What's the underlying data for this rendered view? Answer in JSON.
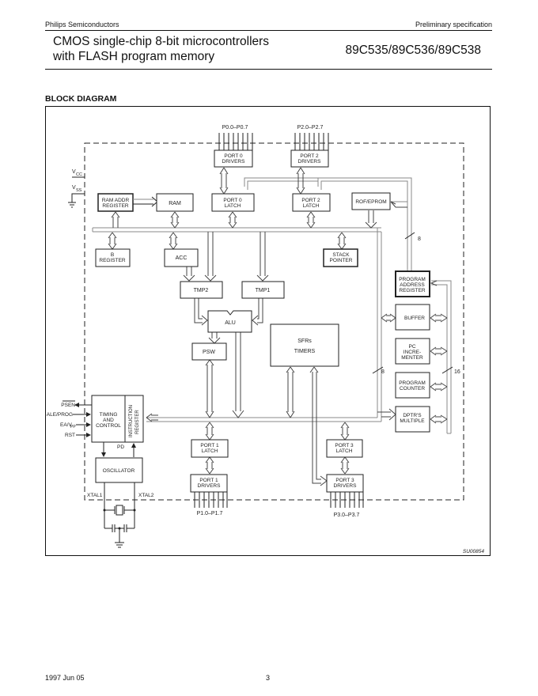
{
  "header": {
    "company": "Philips Semiconductors",
    "doc_status": "Preliminary specification",
    "title_line1": "CMOS single-chip 8-bit microcontrollers",
    "title_line2": "with FLASH program memory",
    "part_numbers": "89C535/89C536/89C538"
  },
  "section_title": "BLOCK DIAGRAM",
  "diagram": {
    "pins": {
      "p0": "P0.0–P0.7",
      "p1": "P1.0–P1.7",
      "p2": "P2.0–P2.7",
      "p3": "P3.0–P3.7",
      "vcc": "V",
      "vcc_sub": "CC",
      "vss": "V",
      "vss_sub": "SS",
      "psen": "PSEN",
      "ale": "ALE/PROG",
      "ea": "EA/V",
      "ea_sub": "PP",
      "rst": "RST",
      "xtal1": "XTAL1",
      "xtal2": "XTAL2",
      "pd": "PD"
    },
    "blocks": {
      "port0_drivers": [
        "PORT 0",
        "DRIVERS"
      ],
      "port2_drivers": [
        "PORT 2",
        "DRIVERS"
      ],
      "ram_addr_register": [
        "RAM ADDR",
        "REGISTER"
      ],
      "ram": [
        "RAM"
      ],
      "port0_latch": [
        "PORT 0",
        "LATCH"
      ],
      "port2_latch": [
        "PORT 2",
        "LATCH"
      ],
      "rom_eprom": [
        "ROF/EPROM"
      ],
      "b_register": [
        "B",
        "REGISTER"
      ],
      "acc": [
        "ACC"
      ],
      "stack_pointer": [
        "STACK",
        "POINTER"
      ],
      "tmp2": [
        "TMP2"
      ],
      "tmp1": [
        "TMP1"
      ],
      "alu": [
        "ALU"
      ],
      "psw": [
        "PSW"
      ],
      "sfrs": [
        "SFRs",
        "TIMERS"
      ],
      "program_address_register": [
        "PROGRAM",
        "ADDRESS",
        "REGISTER"
      ],
      "buffer": [
        "BUFFER"
      ],
      "pc_incrementer": [
        "PC",
        "INCRE-",
        "MENTER"
      ],
      "program_counter": [
        "PROGRAM",
        "COUNTER"
      ],
      "dptrs_multiple": [
        "DPTR'S",
        "MULTIPLE"
      ],
      "timing_control": [
        "TIMING",
        "AND",
        "CONTROL"
      ],
      "instruction_register": [
        "INSTRUCTION",
        "REGISTER"
      ],
      "oscillator": [
        "OSCILLATOR"
      ],
      "port1_latch": [
        "PORT 1",
        "LATCH"
      ],
      "port3_latch": [
        "PORT 3",
        "LATCH"
      ],
      "port1_drivers": [
        "PORT 1",
        "DRIVERS"
      ],
      "port3_drivers": [
        "PORT 3",
        "DRIVERS"
      ]
    },
    "bus_widths": {
      "upper": "8",
      "middle": "8",
      "pc_bus": "16"
    },
    "figure_id": "SU00854"
  },
  "footer": {
    "date": "1997 Jun 05",
    "page": "3"
  }
}
